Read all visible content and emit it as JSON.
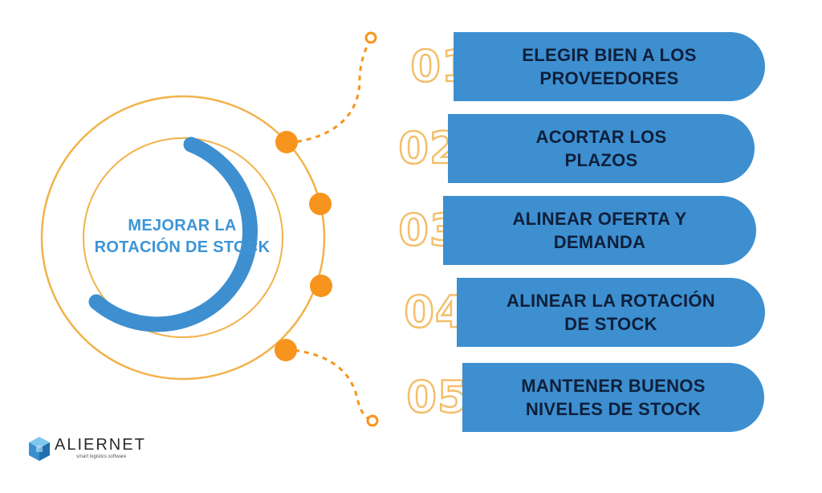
{
  "center": {
    "line1": "MEJORAR LA",
    "line2": "ROTACIÓN DE STOCK"
  },
  "steps": [
    {
      "number": "01",
      "label": "ELEGIR BIEN A LOS\nPROVEEDORES"
    },
    {
      "number": "02",
      "label": "ACORTAR LOS\nPLAZOS"
    },
    {
      "number": "03",
      "label": "ALINEAR OFERTA Y\nDEMANDA"
    },
    {
      "number": "04",
      "label": "ALINEAR LA ROTACIÓN\nDE STOCK"
    },
    {
      "number": "05",
      "label": "MANTENER BUENOS\nNIVELES DE STOCK"
    }
  ],
  "brand": {
    "name": "ALIERNET",
    "tagline": "smart logistics software",
    "icon": "cube-logo-icon"
  },
  "colors": {
    "blue": "#3d8fd0",
    "orange": "#f7941d",
    "ring": "#f2b24a",
    "number_outline": "#f2bf6b",
    "label_text": "#0f1f3a",
    "title_text": "#3d95d6"
  }
}
